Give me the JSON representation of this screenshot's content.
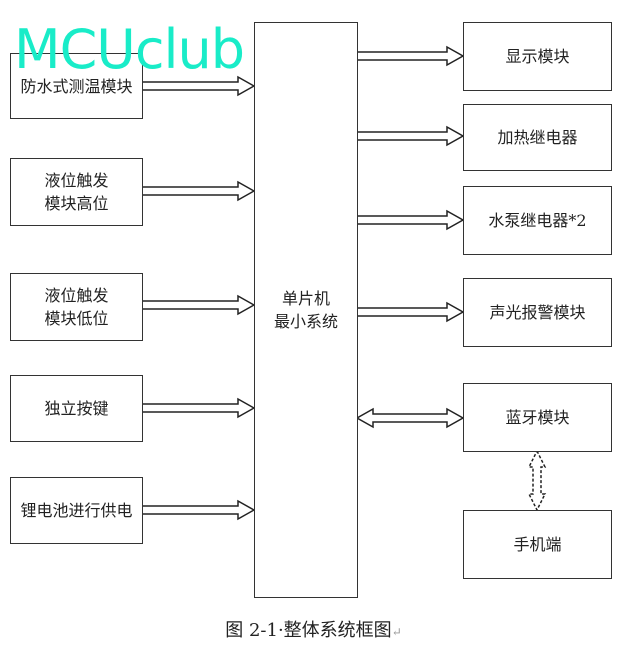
{
  "watermark": "MCUclub",
  "inputs": [
    {
      "label": "防水式测温模块"
    },
    {
      "label": "液位触发\n模块高位"
    },
    {
      "label": "液位触发\n模块低位"
    },
    {
      "label": "独立按键"
    },
    {
      "label": "锂电池进行供电"
    }
  ],
  "center": {
    "label": "单片机\n最小系统"
  },
  "outputs": [
    {
      "label": "显示模块"
    },
    {
      "label": "加热继电器"
    },
    {
      "label": "水泵继电器*2"
    },
    {
      "label": "声光报警模块"
    },
    {
      "label": "蓝牙模块"
    },
    {
      "label": "手机端"
    }
  ],
  "caption": {
    "text": "图 2-1·整体系统框图",
    "mark": "↵"
  }
}
